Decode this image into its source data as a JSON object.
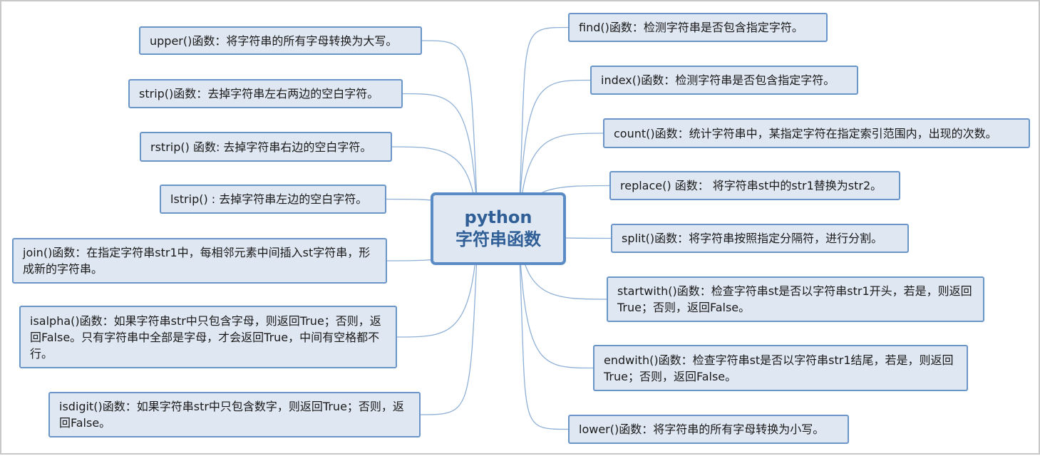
{
  "center": {
    "line1": "python",
    "line2": "字符串函数"
  },
  "left_nodes": [
    {
      "id": "upper",
      "text": "upper()函数：将字符串的所有字母转换为大写。"
    },
    {
      "id": "strip",
      "text": "strip()函数：去掉字符串左右两边的空白字符。"
    },
    {
      "id": "rstrip",
      "text": "rstrip() 函数: 去掉字符串右边的空白字符。"
    },
    {
      "id": "lstrip",
      "text": "lstrip() : 去掉字符串左边的空白字符。"
    },
    {
      "id": "join",
      "text": "join()函数：在指定字符串str1中，每相邻元素中间插入st字符串，形成新的字符串。"
    },
    {
      "id": "isalpha",
      "text": "isalpha()函数：如果字符串str中只包含字母，则返回True；否则，返回False。只有字符串中全部是字母，才会返回True，中间有空格都不行。"
    },
    {
      "id": "isdigit",
      "text": "isdigit()函数：如果字符串str中只包含数字，则返回True；否则，返回False。"
    }
  ],
  "right_nodes": [
    {
      "id": "find",
      "text": "find()函数：检测字符串是否包含指定字符。"
    },
    {
      "id": "index",
      "text": "index()函数：检测字符串是否包含指定字符。"
    },
    {
      "id": "count",
      "text": "count()函数：统计字符串中，某指定字符在指定索引范围内，出现的次数。"
    },
    {
      "id": "replace",
      "text": "replace() 函数： 将字符串st中的str1替换为str2。"
    },
    {
      "id": "split",
      "text": "split()函数：将字符串按照指定分隔符，进行分割。"
    },
    {
      "id": "startwith",
      "text": "startwith()函数：检查字符串st是否以字符串str1开头，若是，则返回True；否则，返回False。"
    },
    {
      "id": "endwith",
      "text": "endwith()函数：检查字符串st是否以字符串str1结尾，若是，则返回True；否则，返回False。"
    },
    {
      "id": "lower",
      "text": "lower()函数：将字符串的所有字母转换为小写。"
    }
  ],
  "colors": {
    "node_fill": "#dfe7f2",
    "node_border": "#6a95c8",
    "center_border": "#5b8bc4",
    "center_text": "#2f5f96",
    "link": "#8fb0d6"
  }
}
